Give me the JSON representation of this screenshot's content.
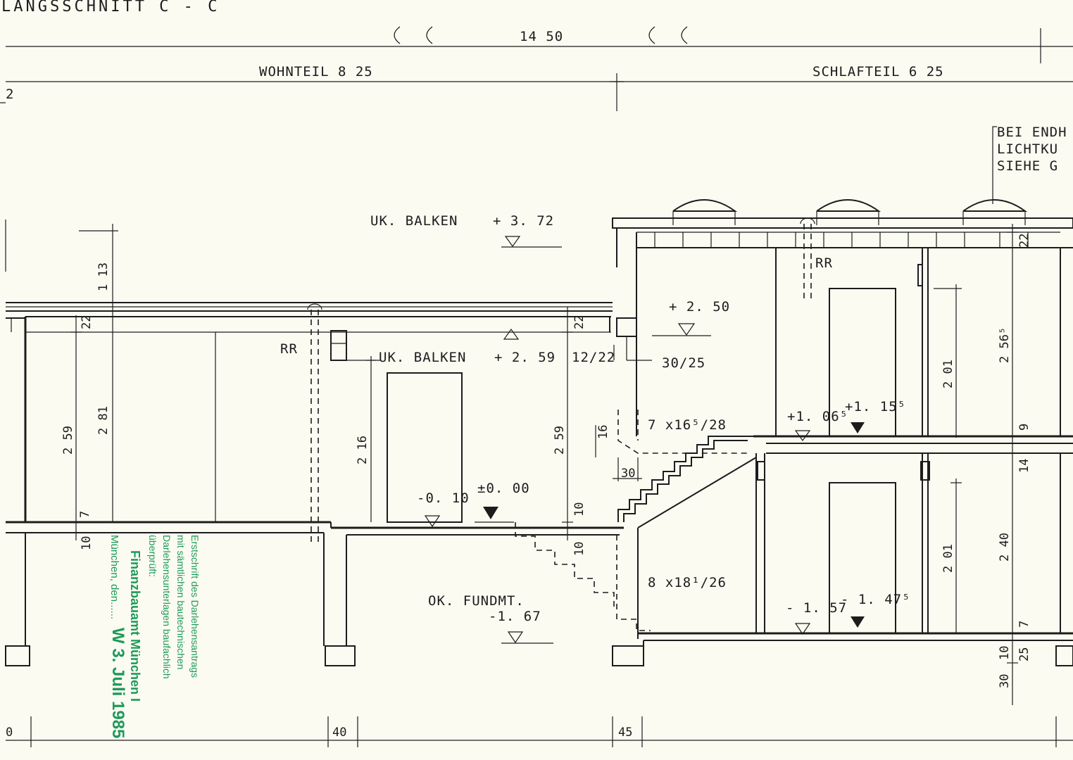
{
  "drawing": {
    "title": "LANGSSCHNITT C - C",
    "total_width": "14 50",
    "sections": {
      "living": "WOHNTEIL 8 25",
      "sleeping": "SCHLAFTEIL 6 25"
    },
    "margin_number": "2",
    "note_lines": [
      "BEI ENDH",
      "LICHTKU",
      "SIEHE G"
    ],
    "labels": {
      "beam_upper": "UK. BALKEN",
      "beam_upper_level": "+ 3. 72",
      "beam_lower": "UK. BALKEN",
      "beam_lower_level": "+ 2. 59",
      "rr_left": "RR",
      "rr_right": "RR",
      "beam_12_22": "12/22",
      "level_250": "+ 2. 50",
      "beam_30_25": "30/25",
      "stair_upper": "7 x16⁵/28",
      "stair_lower": "8 x18¹/26",
      "level_106": "+1. 06⁵",
      "level_115": "+1. 15⁵",
      "level_m010": "-0. 10",
      "level_000": "±0. 00",
      "ok_fundmt": "OK. FUNDMT.",
      "ok_fundmt_level": "-1. 67",
      "level_m157": "- 1. 57",
      "level_m1475": "- 1. 47⁵"
    },
    "dims": {
      "d113": "1 13",
      "d22a": "22",
      "d259a": "2 59",
      "d281": "2 81",
      "d7a": "7",
      "d10a": "10",
      "d216": "2 16",
      "d22b": "22",
      "d259b": "2 59",
      "d10b": "10",
      "d10c": "10",
      "d16": "16",
      "d30": "30",
      "d201a": "2 01",
      "d201b": "2 01",
      "d2565": "2 56⁵",
      "d22c": "22",
      "d9": "9",
      "d14": "14",
      "d240": "2 40",
      "d7b": "7",
      "d30b": "30",
      "d10d": "10",
      "d25": "25",
      "b0": "0",
      "b40": "40",
      "b45": "45"
    }
  },
  "stamp": {
    "lines": [
      "Erstschrift des Darlehensantrags",
      "mit sämtlichen bautechnischen",
      "Darlehensunterlagen baufachlich",
      "überprüft:",
      "Finanzbauamt München I",
      "München, den......"
    ],
    "date": "W 3. Juli 1985",
    "color": "#1d9a58"
  }
}
